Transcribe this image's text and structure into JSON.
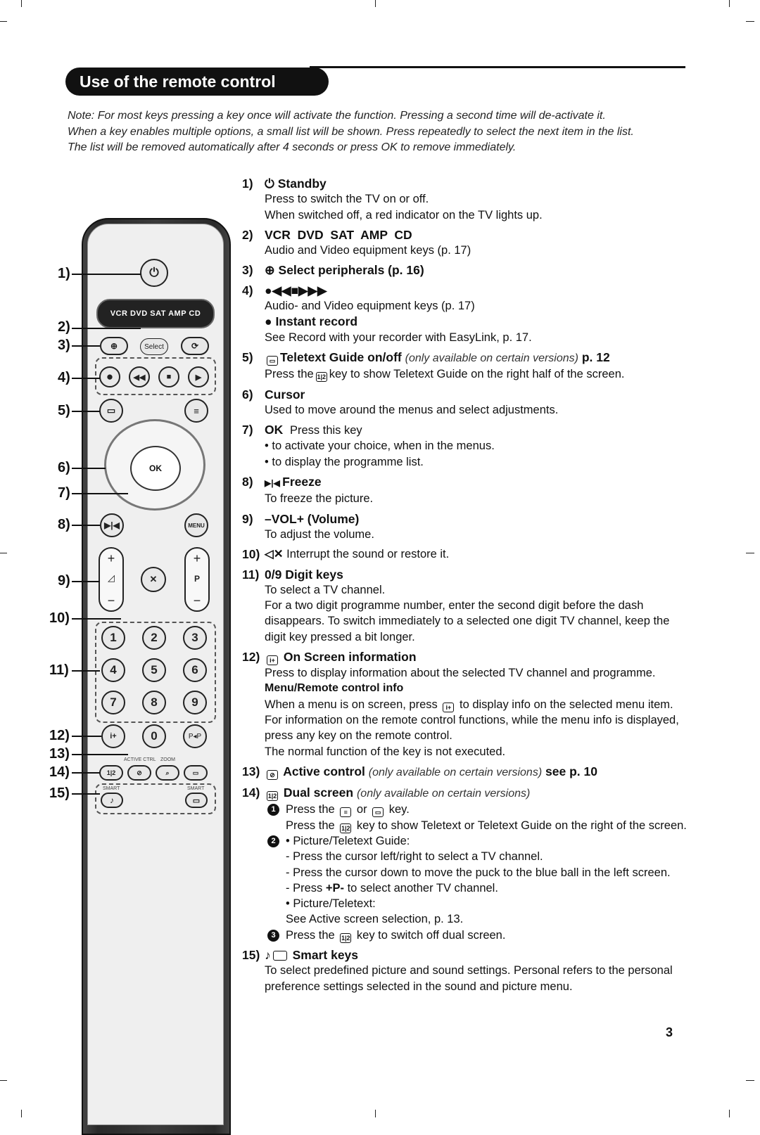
{
  "page": {
    "title": "Use of the remote control",
    "note_lines": [
      "Note: For most keys pressing a key once will activate the function. Pressing a second time will de-activate it.",
      "When a key enables multiple options, a small list will be shown. Press repeatedly to select the next item in the list.",
      "The list will be removed automatically after 4 seconds or press OK to remove immediately."
    ],
    "page_number": "3"
  },
  "remote": {
    "source_bar": "VCR  DVD  SAT  AMP  CD",
    "select_label": "Select",
    "ok_label": "OK",
    "menu_label": "MENU",
    "p_label": "P",
    "pip_label": "P◂P",
    "active_ctrl_label": "ACTIVE CTRL",
    "zoom_label": "ZOOM",
    "smart_left": "SMART",
    "smart_right": "SMART",
    "digits": [
      "1",
      "2",
      "3",
      "4",
      "5",
      "6",
      "7",
      "8",
      "9",
      "0"
    ],
    "plus": "+",
    "minus": "−",
    "callouts": [
      "1)",
      "2)",
      "3)",
      "4)",
      "5)",
      "6)",
      "7)",
      "8)",
      "9)",
      "10)",
      "11)",
      "12)",
      "13)",
      "14)",
      "15)"
    ]
  },
  "items": [
    {
      "num": "1)",
      "head": "Standby",
      "lines": [
        "Press to switch the TV on or off.",
        "When switched off, a red indicator on the TV lights up."
      ]
    },
    {
      "num": "2)",
      "head": "VCR  DVD  SAT  AMP  CD",
      "lines": [
        "Audio and Video equipment keys (p. 17)"
      ]
    },
    {
      "num": "3)",
      "head": "Select peripherals (p. 16)",
      "lines": []
    },
    {
      "num": "4)",
      "head": "●◀◀■▶▶▶",
      "lines": [
        "Audio- and Video equipment keys (p. 17)"
      ],
      "sub": "Instant record",
      "sub_line": "See Record with your recorder with EasyLink, p. 17."
    },
    {
      "num": "5)",
      "head": "Teletext Guide on/off",
      "head_italic": "(only available on certain versions)",
      "head_tail": "p. 12",
      "line_pre": "Press the",
      "line_post": "key to show Teletext Guide on the right half of the screen."
    },
    {
      "num": "6)",
      "head": "Cursor",
      "lines": [
        "Used to move around the menus and select adjustments."
      ]
    },
    {
      "num": "7)",
      "head": "OK",
      "head_plain": "Press this key",
      "lines": [
        "• to activate your choice, when in the menus.",
        "• to display the programme list."
      ]
    },
    {
      "num": "8)",
      "head": "Freeze",
      "lines": [
        "To freeze the picture."
      ]
    },
    {
      "num": "9)",
      "head": "–VOL+ (Volume)",
      "lines": [
        "To adjust the volume."
      ]
    },
    {
      "num": "10)",
      "head_plain": "Interrupt the sound or restore it."
    },
    {
      "num": "11)",
      "head": "0/9 Digit keys",
      "lines": [
        "To select a TV channel.",
        "For a two digit programme number, enter the second digit before the dash disappears. To switch immediately to a selected one digit TV channel, keep the digit key pressed a bit longer."
      ]
    },
    {
      "num": "12)",
      "head": "On Screen information",
      "lines": [
        "Press to display information about the selected TV channel and programme."
      ],
      "sub": "Menu/Remote control info",
      "sub_pre": "When a menu is on screen, press",
      "sub_post": "to display info on the selected menu item. For information on the remote control functions, while the menu info is displayed, press any key on the remote control.",
      "sub_last": "The normal function of the key is not executed."
    },
    {
      "num": "13)",
      "head": "Active control",
      "head_italic": "(only available on certain versions)",
      "head_tail": "see p. 10"
    },
    {
      "num": "14)",
      "head": "Dual screen",
      "head_italic": "(only available on certain versions)",
      "step1_a_pre": "Press the",
      "step1_a_mid": "or",
      "step1_a_post": "key.",
      "step1_b_pre": "Press the",
      "step1_b_post": "key to show Teletext or Teletext Guide on the right of the screen.",
      "step2_lines": [
        "• Picture/Teletext Guide:",
        "- Press the cursor left/right to select a TV channel.",
        "- Press the cursor down to move the puck to the blue ball in the left screen."
      ],
      "step2_p_pre": "- Press",
      "step2_p_bold": "+P-",
      "step2_p_post": "to select another TV channel.",
      "step2_tail": [
        "• Picture/Teletext:",
        "See Active screen selection, p. 13."
      ],
      "step3_pre": "Press the",
      "step3_post": "key to switch off dual screen.",
      "bullets": [
        "1",
        "2",
        "3"
      ]
    },
    {
      "num": "15)",
      "head": "Smart keys",
      "lines": [
        "To select predefined picture and sound settings. Personal refers to the personal preference settings selected in the sound and picture menu."
      ]
    }
  ],
  "icons": {
    "dual_screen_key": "1|2",
    "info_key": "i+",
    "teletext_key": "≡",
    "guide_key": "▭"
  }
}
